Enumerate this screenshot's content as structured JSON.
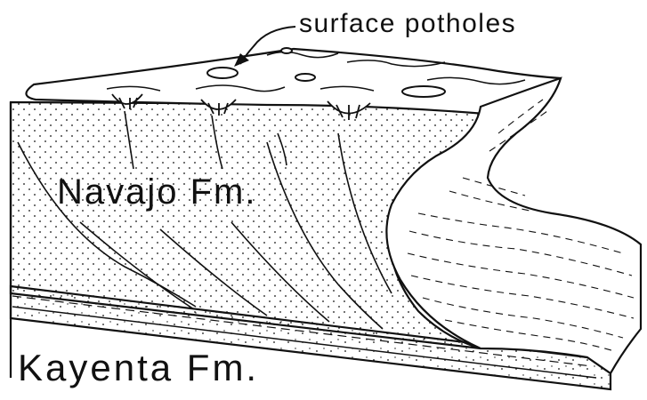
{
  "labels": {
    "surface": "surface potholes",
    "navajo": "Navajo Fm.",
    "kayenta": "Kayenta Fm."
  },
  "colors": {
    "ink": "#111111",
    "paper": "#ffffff"
  }
}
